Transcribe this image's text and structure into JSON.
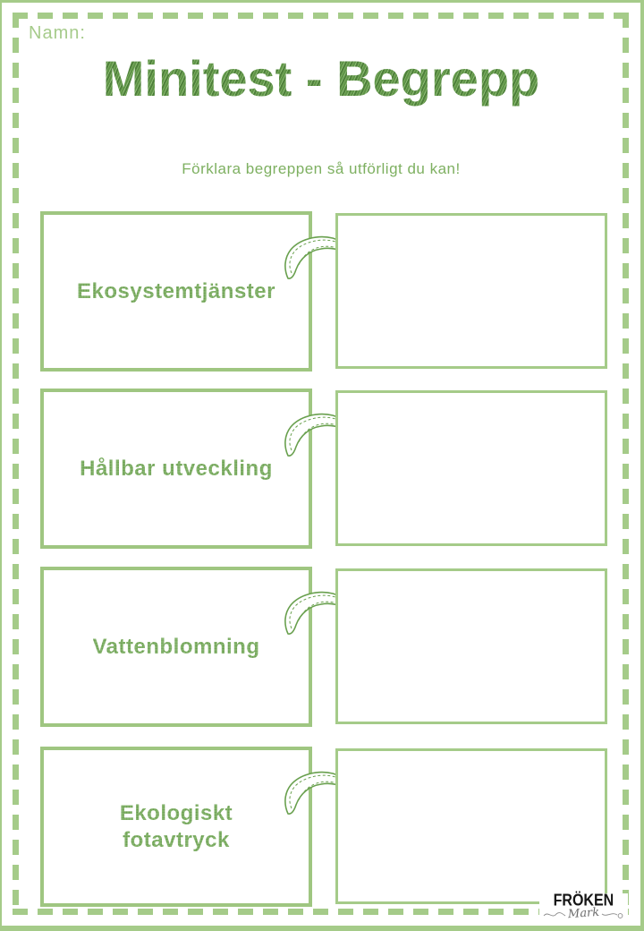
{
  "page": {
    "name_label": "Namn:",
    "title": "Minitest - Begrepp",
    "subtitle": "Förklara begreppen så utförligt du kan!"
  },
  "colors": {
    "border_green": "#a5cb89",
    "box_green": "#9fc681",
    "title_green": "#5f9149",
    "label_green": "#74a65a",
    "subtitle_green": "#7eb061"
  },
  "rows": [
    {
      "term": "Ekosystemtjänster"
    },
    {
      "term": "Hållbar utveckling"
    },
    {
      "term": "Vattenblomning"
    },
    {
      "term": "Ekologiskt\nfotavtryck"
    }
  ],
  "logo": {
    "line1": "FRÖKEN",
    "line2": "Mark"
  }
}
